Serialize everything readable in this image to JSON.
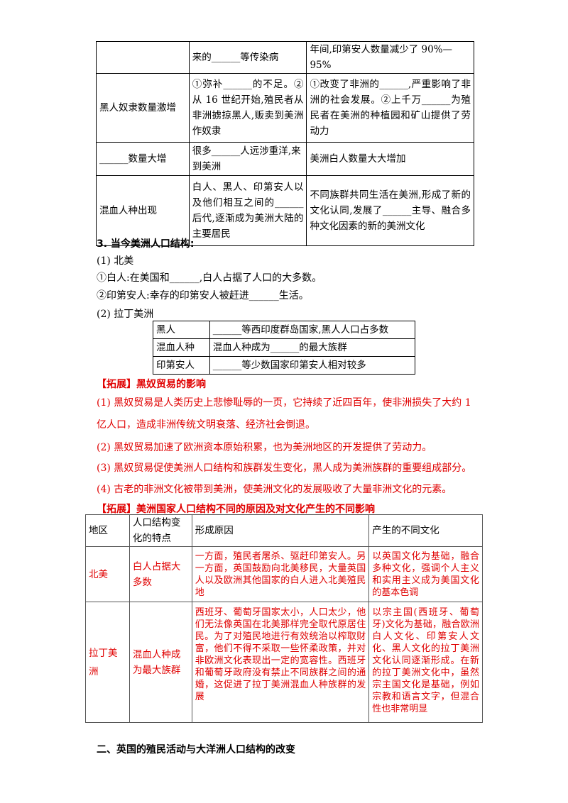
{
  "table1": {
    "rows": [
      {
        "c1": "",
        "c2": "来的______等传染病",
        "c3": "年间,印第安人数量减少了 90%—95%"
      },
      {
        "c1": "黑人奴隶数量激增",
        "c2": "①弥补______的不足。②从 16 世纪开始,殖民者从非洲掳掠黑人,贩卖到美洲作奴隶",
        "c3": "①改变了非洲的______,严重影响了非洲的社会发展。②上千万______为殖民者在美洲的种植园和矿山提供了劳动力"
      },
      {
        "c1": "______数量大增",
        "c2": "很多______人远涉重洋,来到美洲",
        "c3": "美洲白人数量大大增加"
      },
      {
        "c1": "混血人种出现",
        "c2": "白人、黑人、印第安人以及他们相互之间的______后代,逐渐成为美洲大陆的主要居民",
        "c3": "不同族群共同生活在美洲,形成了新的文化认同,发展了______主导、融合多种文化因素的新的美洲文化"
      }
    ]
  },
  "section3": {
    "title": "3. 当今美洲人口结构:",
    "n1": "(1) 北美",
    "n1a": "①白人:在美国和______,白人占据了人口的大多数。",
    "n1b": "②印第安人:幸存的印第安人被赶进______生活。",
    "n2": "(2) 拉丁美洲"
  },
  "table2": {
    "rows": [
      {
        "k": "黑人",
        "v": "______等西印度群岛国家,黑人人口占多数"
      },
      {
        "k": "混血人种",
        "v": "混血人种成为______的最大族群"
      },
      {
        "k": "印第安人",
        "v": "______等少数国家印第安人相对较多"
      }
    ]
  },
  "ext1": {
    "title": "【拓展】黑奴贸易的影响",
    "p1a": "(1) 黑奴贸易是人类历史上悲惨耻辱的一页，它持续了近四百年，使非洲损失了大约 1",
    "p1b": "亿人口，造成非洲传统文明衰落、经济社会倒退。",
    "p2": "(2) 黑奴贸易加速了欧洲资本原始积累，也为美洲地区的开发提供了劳动力。",
    "p3": "(3) 黑奴贸易促使美洲人口结构和族群发生变化，黑人成为美洲族群的重要组成部分。",
    "p4": "(4) 古老的非洲文化被带到美洲，使美洲文化的发展吸收了大量非洲文化的元素。"
  },
  "ext2": {
    "title": "【拓展】美洲国家人口结构不同的原因及对文化产生的不同影响",
    "headers": [
      "地区",
      "人口结构变化的特点",
      "形成原因",
      "产生的不同文化"
    ],
    "rows": [
      {
        "region": "北美",
        "feature": "白人占据大多数",
        "reason": "一方面，殖民者屠杀、驱赶印第安人。另一方面，英国鼓励向北美移民，大量英国人以及欧洲其他国家的白人进入北美殖民地",
        "culture": "以英国文化为基础，融合多种文化，强调个人主义和实用主义成为美国文化的基本色调"
      },
      {
        "region": "拉丁美洲",
        "feature": "混血人种成为最大族群",
        "reason": "西班牙、葡萄牙国家太小，人口太少，他们无法像英国在北美那样完全取代原居住民。为了对殖民地进行有效统治以榨取财富，他们不得不采取一些怀柔政策，并对非欧洲文化表现出一定的宽容性。西班牙和葡萄牙政府没有禁止不同族群之间的通婚，这促进了拉丁美洲混血人种族群的发展",
        "culture": "以宗主国(西班牙、葡萄牙)文化为基础，融合欧洲白人文化、印第安人文化、黑人文化的拉丁美洲文化认同逐渐形成。在新的拉丁美洲文化中，虽然宗主国文化是基础，例如宗教和语言文字，但混合性也非常明显"
      }
    ]
  },
  "section_next": {
    "title": "二、英国的殖民活动与大洋洲人口结构的改变"
  }
}
